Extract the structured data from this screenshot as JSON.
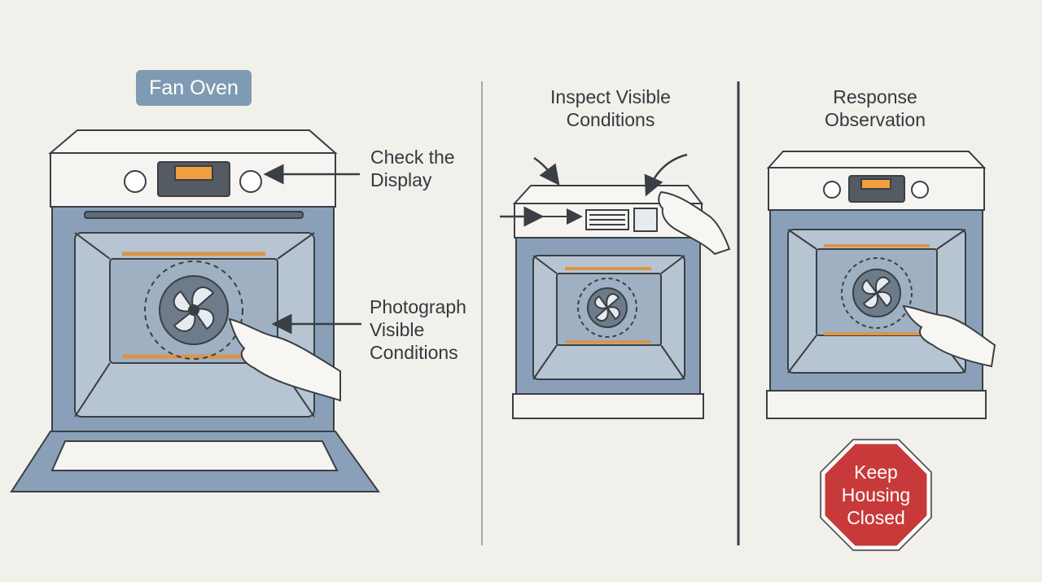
{
  "labels": {
    "badge": "Fan Oven",
    "check_display": "Check the\nDisplay",
    "photograph": "Photograph\nVisible\nConditions",
    "inspect": "Inspect Visible\nConditions",
    "response": "Response\nObservation",
    "stop_sign": "Keep\nHousing\nClosed"
  },
  "colors": {
    "background": "#f2f0eb",
    "badge": "#7f9bb3",
    "oven_body": "#8aa0b8",
    "oven_cavity": "#a9b8c8",
    "control_panel": "#f5f4f0",
    "display_lit": "#f0a040",
    "heating_element": "#d9954a",
    "stop_sign": "#c83a3a",
    "ink": "#3a3f45"
  },
  "icons": [
    "fan-icon",
    "arrow-icon",
    "hand-icon",
    "vent-icon",
    "stop-sign-icon"
  ]
}
